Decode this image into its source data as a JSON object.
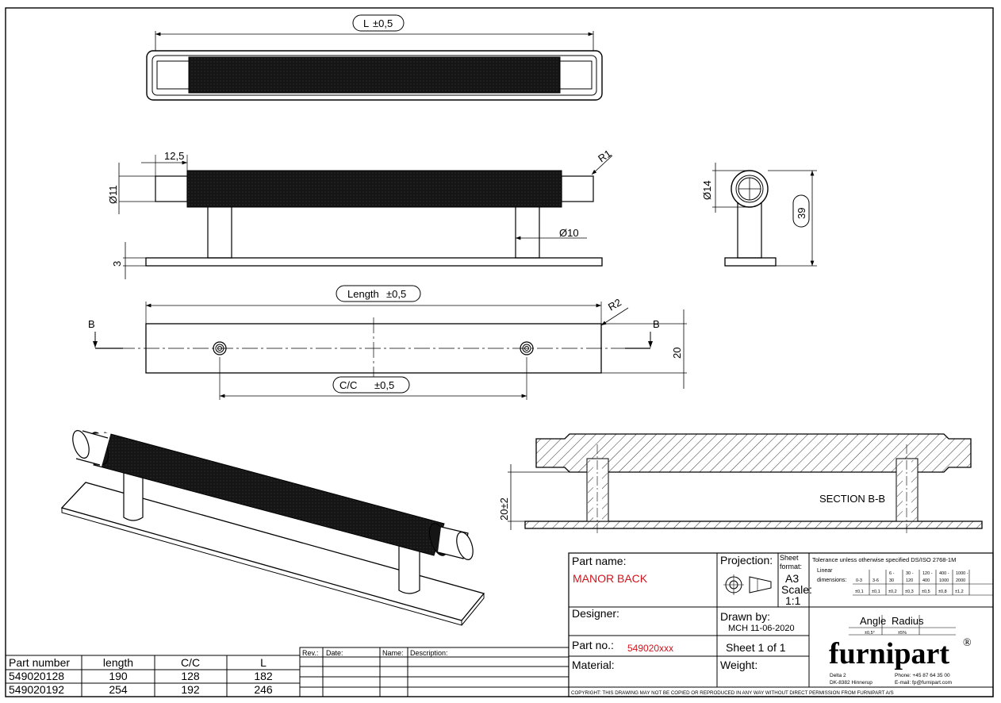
{
  "dims": {
    "L": "L",
    "L_tol": "±0,5",
    "dia11": "Ø11",
    "len12_5": "12,5",
    "r1": "R1",
    "dia10": "Ø10",
    "three": "3",
    "dia14": "Ø14",
    "h39": "39",
    "length": "Length",
    "length_tol": "±0,5",
    "r2": "R2",
    "b_left": "B",
    "b_right": "B",
    "twenty": "20",
    "cc": "C/C",
    "cc_tol": "±0,5",
    "twenty_pm": "20±2",
    "section_label": "SECTION B-B"
  },
  "parts_table": {
    "headers": [
      "Part number",
      "length",
      "C/C",
      "L"
    ],
    "rows": [
      [
        "549020128",
        "190",
        "128",
        "182"
      ],
      [
        "549020192",
        "254",
        "192",
        "246"
      ]
    ]
  },
  "revision_table": {
    "rev": "Rev.:",
    "date": "Date:",
    "name": "Name:",
    "description": "Description:"
  },
  "title_block": {
    "part_name_label": "Part name:",
    "part_name_value": "MANOR BACK",
    "projection_label": "Projection:",
    "sheet_format_label1": "Sheet",
    "sheet_format_label2": "format:",
    "sheet_format_value": "A3",
    "scale_label": "Scale:",
    "scale_value": "1:1",
    "tolerance_title": "Tolerance unless otherwise specified DS/ISO 2768-1M",
    "linear_label1": "Linear",
    "linear_label2": "dimensions:",
    "tol_ranges_top": [
      "",
      "",
      "6 -",
      "30 -",
      "120 -",
      "400 -",
      "1000 -"
    ],
    "tol_ranges_bottom": [
      "0-3",
      "3-6",
      "30",
      "120",
      "400",
      "1000",
      "2000"
    ],
    "tol_values": [
      "±0,1",
      "±0,1",
      "±0,2",
      "±0,3",
      "±0,5",
      "±0,8",
      "±1,2"
    ],
    "designer_label": "Designer:",
    "drawn_by_label": "Drawn by:",
    "drawn_by_value": "MCH 11-06-2020",
    "angle_label": "Angle",
    "radius_label": "Radius",
    "angle_value": "±0,5°",
    "radius_value": "±5%",
    "part_no_label": "Part no.:",
    "part_no_value": "549020xxx",
    "sheet_label": "Sheet 1 of 1",
    "material_label": "Material:",
    "weight_label": "Weight:",
    "brand": "furnipart",
    "brand_reg": "®",
    "address1": "Delta 2",
    "address2": "DK-8382 Hinnerup",
    "phone": "Phone:   +45 87 64 35 00",
    "email": "E-mail:  fp@furnipart.com",
    "copyright": "COPYRIGHT: THIS DRAWING MAY NOT BE COPIED OR REPRODUCED IN ANY WAY WITHOUT DIRECT PERMISSION FROM FURNIPART A/S"
  },
  "colors": {
    "line": "#000000",
    "knurl": "#111111",
    "part_name_red": "#d2141c"
  }
}
